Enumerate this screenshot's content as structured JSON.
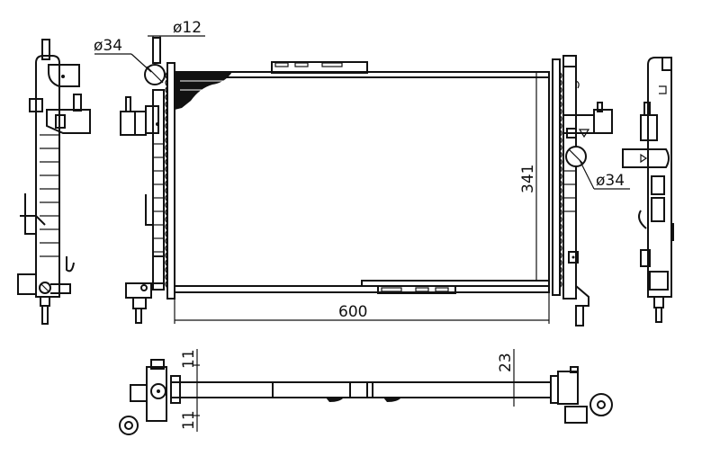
{
  "drawing": {
    "subject": "Radiator technical drawing",
    "stroke_color": "#111111",
    "background": "#ffffff"
  },
  "dimensions": {
    "top_pipe_diameter": "ø12",
    "left_pipe_diameter": "ø34",
    "right_pipe_diameter": "ø34",
    "core_height": "341",
    "core_width": "600",
    "bottom_view_upper": "11",
    "bottom_view_lower": "11",
    "core_thickness": "23"
  },
  "views": [
    {
      "id": "left-side-view",
      "label": "Left side view"
    },
    {
      "id": "front-view",
      "label": "Front view"
    },
    {
      "id": "right-side-view",
      "label": "Right side view"
    },
    {
      "id": "bottom-view",
      "label": "Bottom view"
    }
  ]
}
